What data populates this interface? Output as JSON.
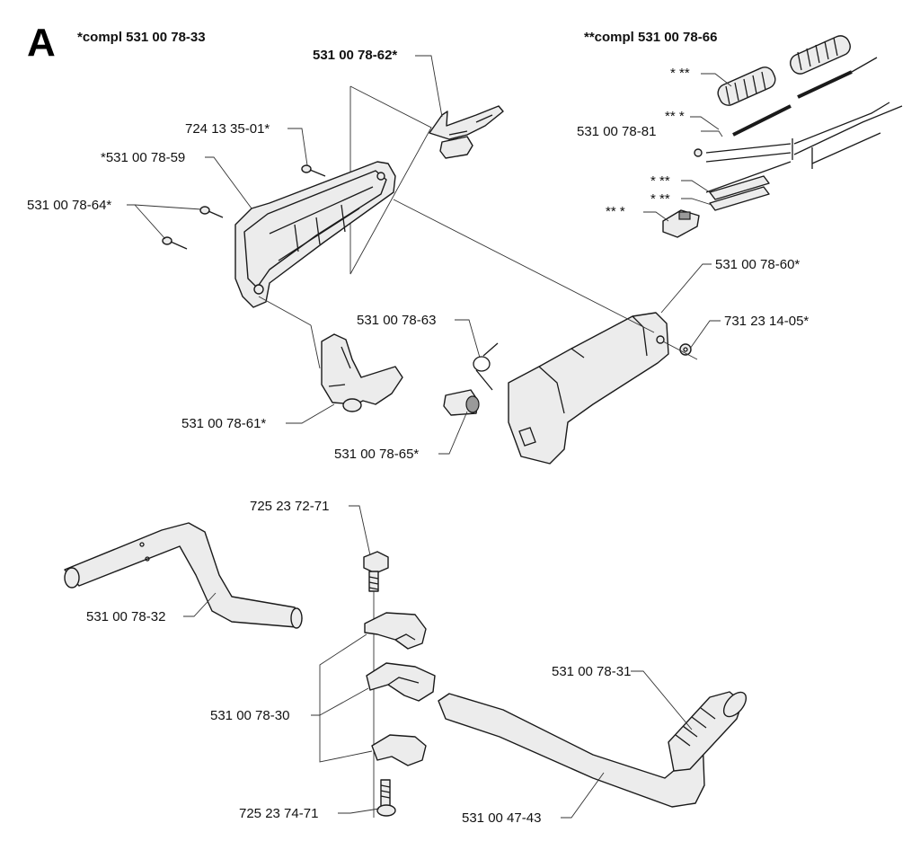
{
  "sheet_letter": "A",
  "kit_labels": {
    "compl_1": "*compl 531 00 78-33",
    "compl_2": "**compl 531 00 78-66"
  },
  "labels": {
    "p_62": "531 00 78-62*",
    "p_35_01": "724 13 35-01*",
    "p_59": "*531 00 78-59",
    "p_64": "531 00 78-64*",
    "p_61": "531 00 78-61*",
    "p_63": "531 00 78-63",
    "p_65": "531 00 78-65*",
    "p_60": "531 00 78-60*",
    "p_14_05": "731 23 14-05*",
    "p_81": "531 00 78-81",
    "star_a": "* **",
    "star_b": "** *",
    "star_c": "* **",
    "star_d": "* **",
    "star_e": "** *",
    "p_72_71": "725 23 72-71",
    "p_32": "531 00 78-32",
    "p_30": "531 00 78-30",
    "p_31": "531 00 78-31",
    "p_74_71": "725 23 74-71",
    "p_47_43": "531 00 47-43"
  }
}
